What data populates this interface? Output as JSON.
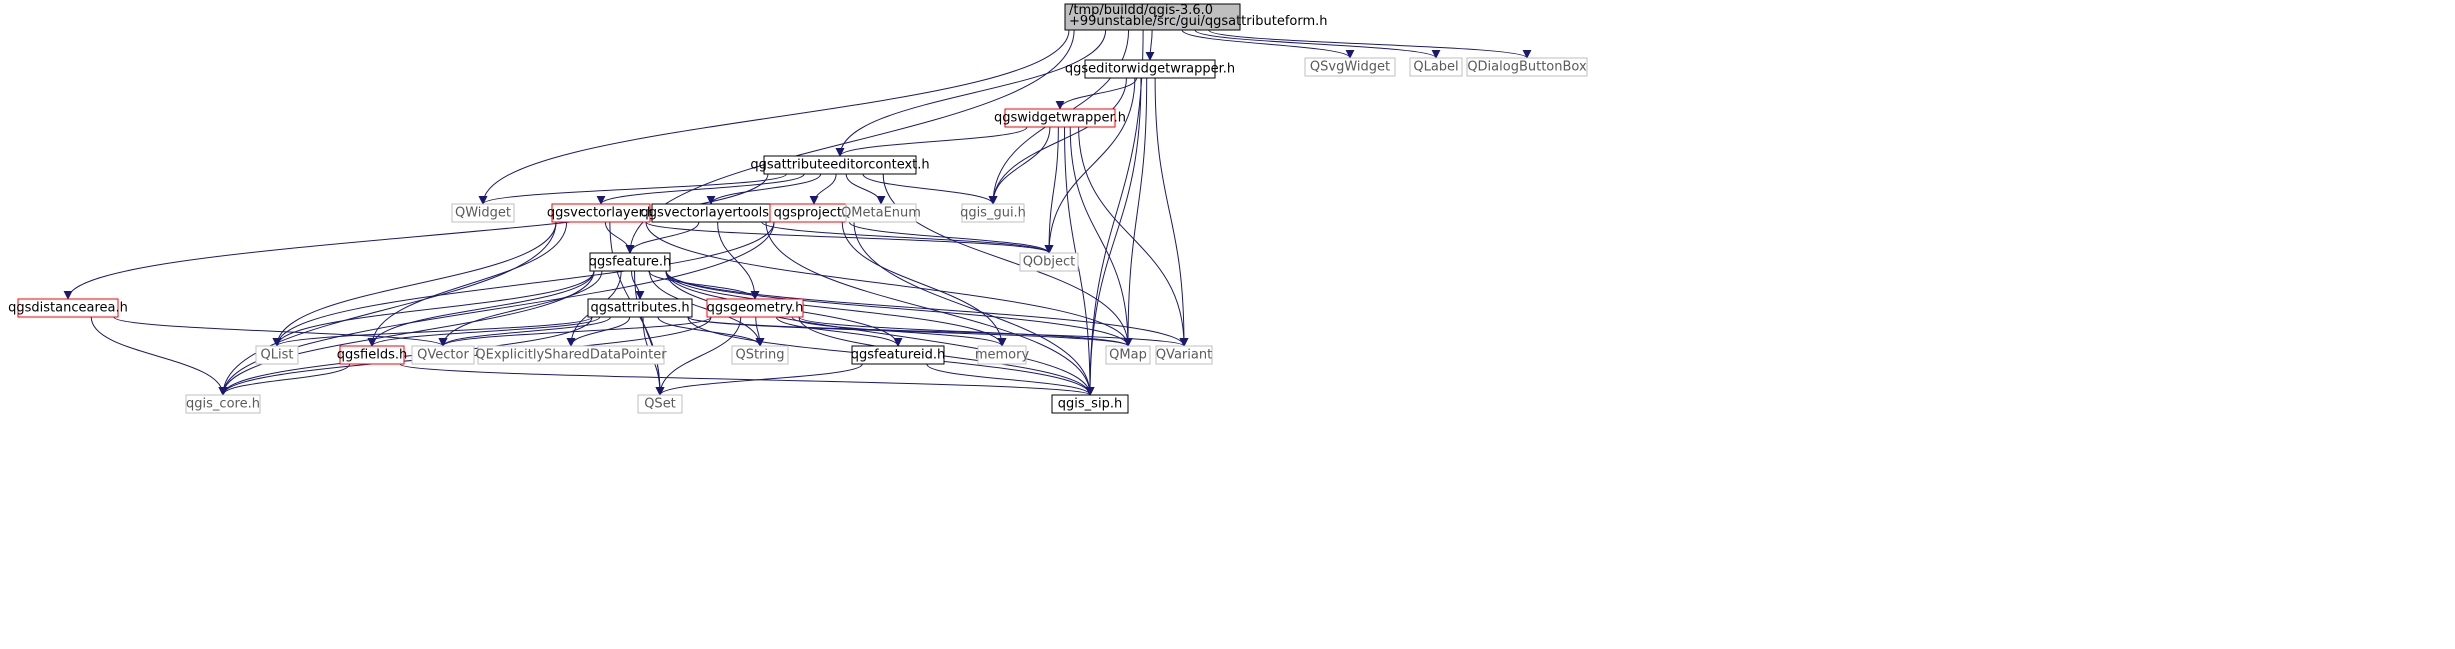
{
  "diagram": {
    "colors": {
      "edge": "#191970",
      "node_border_default": "#000000",
      "node_border_red": "#ff0000",
      "node_border_gray": "#bfbfbf",
      "text_default": "#000000",
      "text_gray": "#5a5a5a",
      "root_fill": "#bfbfbf"
    },
    "nodes": [
      {
        "id": "root",
        "lines": [
          "/tmp/buildd/qgis-3.6.0",
          "+99unstable/src/gui/qgsattributeform.h"
        ],
        "style": "root"
      },
      {
        "id": "qsvgwidget",
        "lines": [
          "QSvgWidget"
        ],
        "style": "gray"
      },
      {
        "id": "qlabel",
        "lines": [
          "QLabel"
        ],
        "style": "gray"
      },
      {
        "id": "qdialogbuttonbox",
        "lines": [
          "QDialogButtonBox"
        ],
        "style": "gray"
      },
      {
        "id": "qgseditorwidgetwrapper",
        "lines": [
          "qgseditorwidgetwrapper.h"
        ],
        "style": "black"
      },
      {
        "id": "qgswidgetwrapper",
        "lines": [
          "qgswidgetwrapper.h"
        ],
        "style": "red"
      },
      {
        "id": "qgsattributeeditorcontext",
        "lines": [
          "qgsattributeeditorcontext.h"
        ],
        "style": "black"
      },
      {
        "id": "qwidget",
        "lines": [
          "QWidget"
        ],
        "style": "gray"
      },
      {
        "id": "qgsvectorlayer",
        "lines": [
          "qgsvectorlayer.h"
        ],
        "style": "red"
      },
      {
        "id": "qgsvectorlayertools",
        "lines": [
          "qgsvectorlayertools.h"
        ],
        "style": "black"
      },
      {
        "id": "qgsproject",
        "lines": [
          "qgsproject.h"
        ],
        "style": "red"
      },
      {
        "id": "qmetaenum",
        "lines": [
          "QMetaEnum"
        ],
        "style": "gray"
      },
      {
        "id": "qgis_gui",
        "lines": [
          "qgis_gui.h"
        ],
        "style": "gray"
      },
      {
        "id": "qobject",
        "lines": [
          "QObject"
        ],
        "style": "gray"
      },
      {
        "id": "qgsfeature",
        "lines": [
          "qgsfeature.h"
        ],
        "style": "black"
      },
      {
        "id": "qgsdistancearea",
        "lines": [
          "qgsdistancearea.h"
        ],
        "style": "red"
      },
      {
        "id": "qgsattributes",
        "lines": [
          "qgsattributes.h"
        ],
        "style": "black"
      },
      {
        "id": "qgsgeometry",
        "lines": [
          "qgsgeometry.h"
        ],
        "style": "red"
      },
      {
        "id": "qlist",
        "lines": [
          "QList"
        ],
        "style": "gray"
      },
      {
        "id": "qgsfields",
        "lines": [
          "qgsfields.h"
        ],
        "style": "red"
      },
      {
        "id": "qvector",
        "lines": [
          "QVector"
        ],
        "style": "gray"
      },
      {
        "id": "qexplicitly",
        "lines": [
          "QExplicitlySharedDataPointer"
        ],
        "style": "gray"
      },
      {
        "id": "qstring",
        "lines": [
          "QString"
        ],
        "style": "gray"
      },
      {
        "id": "qgsfeatureid",
        "lines": [
          "qgsfeatureid.h"
        ],
        "style": "black"
      },
      {
        "id": "memory",
        "lines": [
          "memory"
        ],
        "style": "gray"
      },
      {
        "id": "qmap",
        "lines": [
          "QMap"
        ],
        "style": "gray"
      },
      {
        "id": "qvariant",
        "lines": [
          "QVariant"
        ],
        "style": "gray"
      },
      {
        "id": "qgis_core",
        "lines": [
          "qgis_core.h"
        ],
        "style": "gray"
      },
      {
        "id": "qset",
        "lines": [
          "QSet"
        ],
        "style": "gray"
      },
      {
        "id": "qgis_sip",
        "lines": [
          "qgis_sip.h"
        ],
        "style": "black"
      }
    ],
    "edges": [
      [
        "root",
        "qsvgwidget"
      ],
      [
        "root",
        "qlabel"
      ],
      [
        "root",
        "qdialogbuttonbox"
      ],
      [
        "root",
        "qgseditorwidgetwrapper"
      ],
      [
        "root",
        "qgsattributeeditorcontext"
      ],
      [
        "root",
        "qwidget"
      ],
      [
        "root",
        "qgis_gui"
      ],
      [
        "root",
        "qgsfeature"
      ],
      [
        "root",
        "qgis_sip"
      ],
      [
        "qgseditorwidgetwrapper",
        "qgswidgetwrapper"
      ],
      [
        "qgseditorwidgetwrapper",
        "qgis_gui"
      ],
      [
        "qgseditorwidgetwrapper",
        "qobject"
      ],
      [
        "qgseditorwidgetwrapper",
        "qmap"
      ],
      [
        "qgseditorwidgetwrapper",
        "qvariant"
      ],
      [
        "qgseditorwidgetwrapper",
        "qgis_sip"
      ],
      [
        "qgswidgetwrapper",
        "qgsattributeeditorcontext"
      ],
      [
        "qgswidgetwrapper",
        "qgis_gui"
      ],
      [
        "qgswidgetwrapper",
        "qobject"
      ],
      [
        "qgswidgetwrapper",
        "qmap"
      ],
      [
        "qgswidgetwrapper",
        "qvariant"
      ],
      [
        "qgswidgetwrapper",
        "qgis_sip"
      ],
      [
        "qgsattributeeditorcontext",
        "qwidget"
      ],
      [
        "qgsattributeeditorcontext",
        "qgsvectorlayer"
      ],
      [
        "qgsattributeeditorcontext",
        "qgsvectorlayertools"
      ],
      [
        "qgsattributeeditorcontext",
        "qgsproject"
      ],
      [
        "qgsattributeeditorcontext",
        "qmetaenum"
      ],
      [
        "qgsattributeeditorcontext",
        "qgis_gui"
      ],
      [
        "qgsattributeeditorcontext",
        "qmap"
      ],
      [
        "qgsattributeeditorcontext",
        "qgsdistancearea"
      ],
      [
        "qgsvectorlayer",
        "qgsfeature"
      ],
      [
        "qgsvectorlayer",
        "qgis_core"
      ],
      [
        "qgsvectorlayer",
        "qset"
      ],
      [
        "qgsvectorlayer",
        "qgsfields"
      ],
      [
        "qgsvectorlayer",
        "qlist"
      ],
      [
        "qgsvectorlayer",
        "qmap"
      ],
      [
        "qgsvectorlayer",
        "qobject"
      ],
      [
        "qgsvectorlayertools",
        "qgsfeature"
      ],
      [
        "qgsvectorlayertools",
        "qgsgeometry"
      ],
      [
        "qgsvectorlayertools",
        "qobject"
      ],
      [
        "qgsvectorlayertools",
        "qgis_sip"
      ],
      [
        "qgsproject",
        "qgis_core"
      ],
      [
        "qgsproject",
        "qlist"
      ],
      [
        "qgsproject",
        "memory"
      ],
      [
        "qgsproject",
        "qobject"
      ],
      [
        "qgsproject",
        "qgis_sip"
      ],
      [
        "qgsfeature",
        "qgsattributes"
      ],
      [
        "qgsfeature",
        "qgsgeometry"
      ],
      [
        "qgsfeature",
        "qlist"
      ],
      [
        "qgsfeature",
        "qgsfields"
      ],
      [
        "qgsfeature",
        "qvector"
      ],
      [
        "qgsfeature",
        "qexplicitly"
      ],
      [
        "qgsfeature",
        "qstring"
      ],
      [
        "qgsfeature",
        "qgsfeatureid"
      ],
      [
        "qgsfeature",
        "memory"
      ],
      [
        "qgsfeature",
        "qmap"
      ],
      [
        "qgsfeature",
        "qvariant"
      ],
      [
        "qgsfeature",
        "qgis_core"
      ],
      [
        "qgsfeature",
        "qset"
      ],
      [
        "qgsfeature",
        "qgis_sip"
      ],
      [
        "qgsdistancearea",
        "qvector"
      ],
      [
        "qgsdistancearea",
        "qgis_core"
      ],
      [
        "qgsattributes",
        "qlist"
      ],
      [
        "qgsattributes",
        "qgsfields"
      ],
      [
        "qgsattributes",
        "qvector"
      ],
      [
        "qgsattributes",
        "qexplicitly"
      ],
      [
        "qgsattributes",
        "qstring"
      ],
      [
        "qgsattributes",
        "qmap"
      ],
      [
        "qgsattributes",
        "qvariant"
      ],
      [
        "qgsattributes",
        "qgis_core"
      ],
      [
        "qgsattributes",
        "qset"
      ],
      [
        "qgsattributes",
        "qgis_sip"
      ],
      [
        "qgsgeometry",
        "qvector"
      ],
      [
        "qgsgeometry",
        "qstring"
      ],
      [
        "qgsgeometry",
        "qgsfeatureid"
      ],
      [
        "qgsgeometry",
        "memory"
      ],
      [
        "qgsgeometry",
        "qmap"
      ],
      [
        "qgsgeometry",
        "qgis_core"
      ],
      [
        "qgsgeometry",
        "qset"
      ],
      [
        "qgsgeometry",
        "qgis_sip"
      ],
      [
        "qgsfields",
        "qgis_core"
      ],
      [
        "qgsfields",
        "qgis_sip"
      ],
      [
        "qgsfeatureid",
        "qset"
      ],
      [
        "qgsfeatureid",
        "qgis_sip"
      ]
    ]
  }
}
